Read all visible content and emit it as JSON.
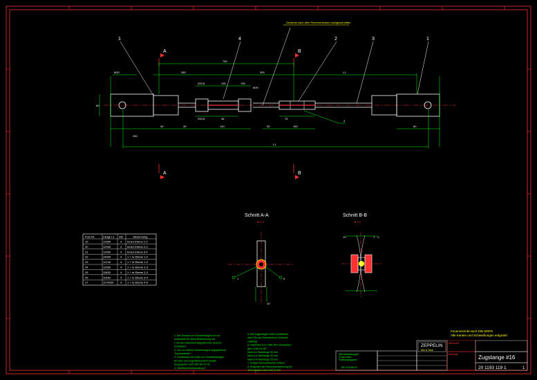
{
  "drawing": {
    "section_mark_a": "A",
    "section_mark_b": "B",
    "balloons": [
      "1",
      "2",
      "3",
      "4",
      "1"
    ],
    "weld_note": "Gewinde nach dem Feuerverzinken nachgeschnitten",
    "dims": {
      "top_total": "750",
      "left_half": "280",
      "right_half": "300",
      "overall": "L1",
      "overall_bottom": "L1",
      "lower_left": "250",
      "lower_mid": "48",
      "lower_small": "160",
      "plate_h": "60",
      "d1": "200,8",
      "d2": "200,8",
      "d3": "M20",
      "d4": "M20",
      "d5": "130",
      "d6": "135",
      "d7": "40",
      "d8": "140",
      "d9": "30",
      "d10": "60",
      "d11": "75",
      "d12": "40",
      "weld": "4"
    }
  },
  "sections": {
    "a_title": "Schnitt A-A",
    "a_scale": "M 1:2",
    "b_title": "Schnitt B-B",
    "b_scale": "M 1:2",
    "a_labels": [
      "1",
      "5",
      "10"
    ],
    "b_labels": [
      "10",
      "1",
      "C"
    ]
  },
  "parts_table": {
    "headers": [
      "Pos/ Nr.",
      "Länge L1",
      "Stk",
      "Benennung"
    ],
    "rows": [
      [
        "19",
        "12930",
        "4",
        "Innen Ebene 1-2"
      ],
      [
        "20",
        "12930",
        "4",
        "Innen Ebene 2-3"
      ],
      [
        "21",
        "12430",
        "4",
        "Innen Ebene 3-4"
      ],
      [
        "22",
        "14430",
        "4",
        "1 + re Ebene 1-2"
      ],
      [
        "23",
        "12130",
        "4",
        "1 + re Ebene 1-3"
      ],
      [
        "24",
        "12930",
        "4",
        "1 + re Ebene 2-3"
      ],
      [
        "25",
        "11830",
        "4",
        "1 + re Ebene 2-3"
      ],
      [
        "26",
        "11930",
        "4",
        "1 + re Ebene 3-4"
      ],
      [
        "27",
        "1174024",
        "4",
        "1 + re Ebene 4-5"
      ]
    ]
  },
  "notes": {
    "col1": [
      "1. Der Zustand vor Schweißbeginn ist vor-",
      "schweißen für diese Bestimmung mit",
      "L mit den Gelenkteil abgestimmten Zuschn-",
      "schneiden!",
      "2. Der vor unteren Umsetzungen angegebenen",
      "Toleranzfehler!",
      "3. Gehäusepn der Güte von Gewindestangen",
      "für Nutz und Zugpufferelement bauteil-",
      "ausgegeben nach DIN EN 10 02",
      "4. Oberflächenbehandlung C"
    ],
    "col2": [
      "5. Alle zugehörigen Hilfen pünktwelle,",
      "nach Teil der Gelenkschutz-Schweiß-",
      "zulässig!",
      "6. Verbinden bzw. Hilfe-Plex Schweißen",
      "gem. DIN EN 287",
      "Naht a=4  Nahtlänge 40 mm",
      "Naht a=4  Nahtlänge 30 mm",
      "Naht a=4  Nahtlänge 25 mm",
      "7. Fertige Schweißnaehte entfernt",
      "8. Entgraten als Flanschversicherung für",
      "Teil enthalten nach DIN 14 EN"
    ],
    "galv_note_1": "Feuerverzinkt nach DIN 50976",
    "galv_note_2": "Alle Kanten und Schweißungen entgratet"
  },
  "title_block": {
    "company": "ZEPPELIN",
    "company_sub": "Silo & Tank",
    "material_label": "Werkstoff",
    "scale_label": "Maßstab",
    "drawing_title": "Zugstange #16",
    "drawing_number": "20 1193 119 1",
    "small_box_1": "Alle Abmessungen",
    "small_box_2": "in mm ohne",
    "small_box_3": "Toleranzangaben",
    "small_box_num": "BF 534 8572",
    "revision": "1"
  }
}
